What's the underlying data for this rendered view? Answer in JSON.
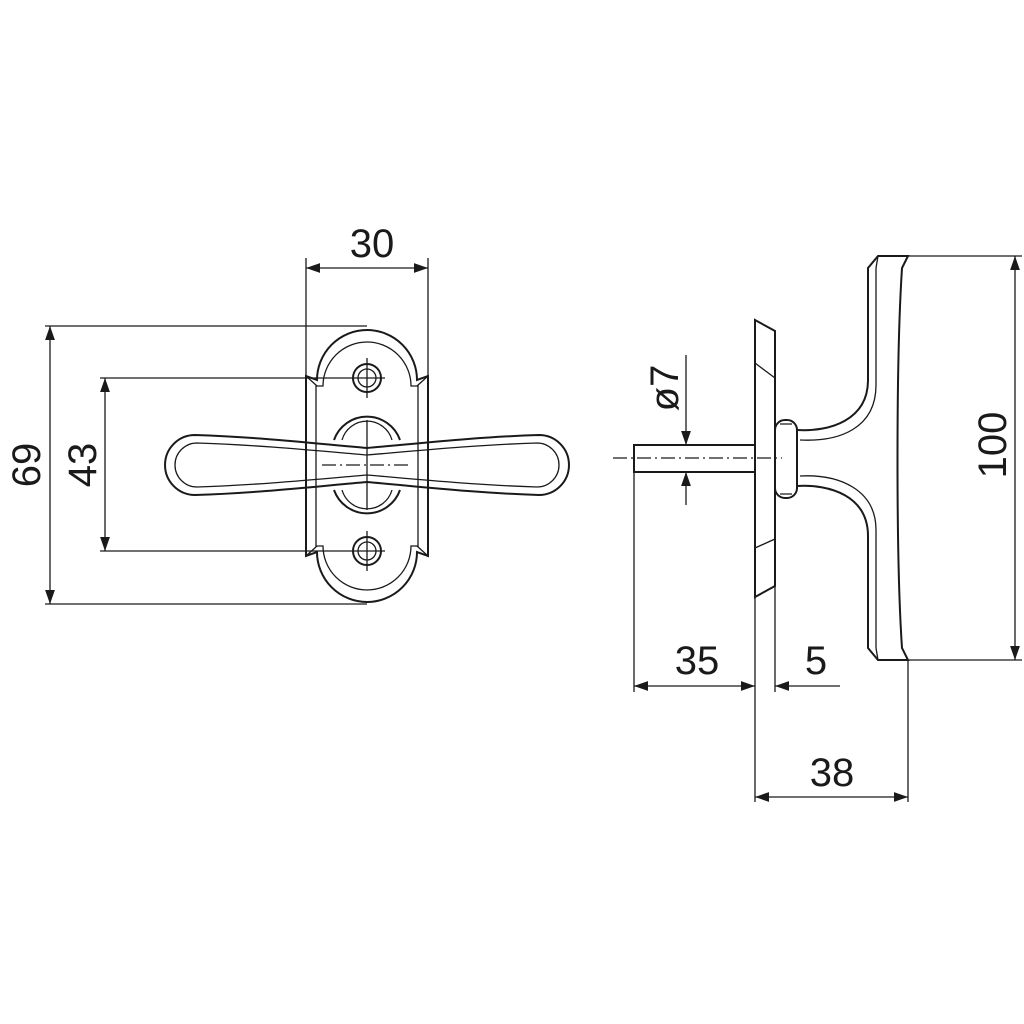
{
  "drawing": {
    "front_view": {
      "dimensions": {
        "width": "30",
        "height_total": "69",
        "hole_spacing": "43"
      }
    },
    "side_view": {
      "dimensions": {
        "spindle_diameter": "ø7",
        "spindle_length": "35",
        "rosette_thickness": "5",
        "handle_projection": "38",
        "handle_length": "100"
      }
    }
  }
}
